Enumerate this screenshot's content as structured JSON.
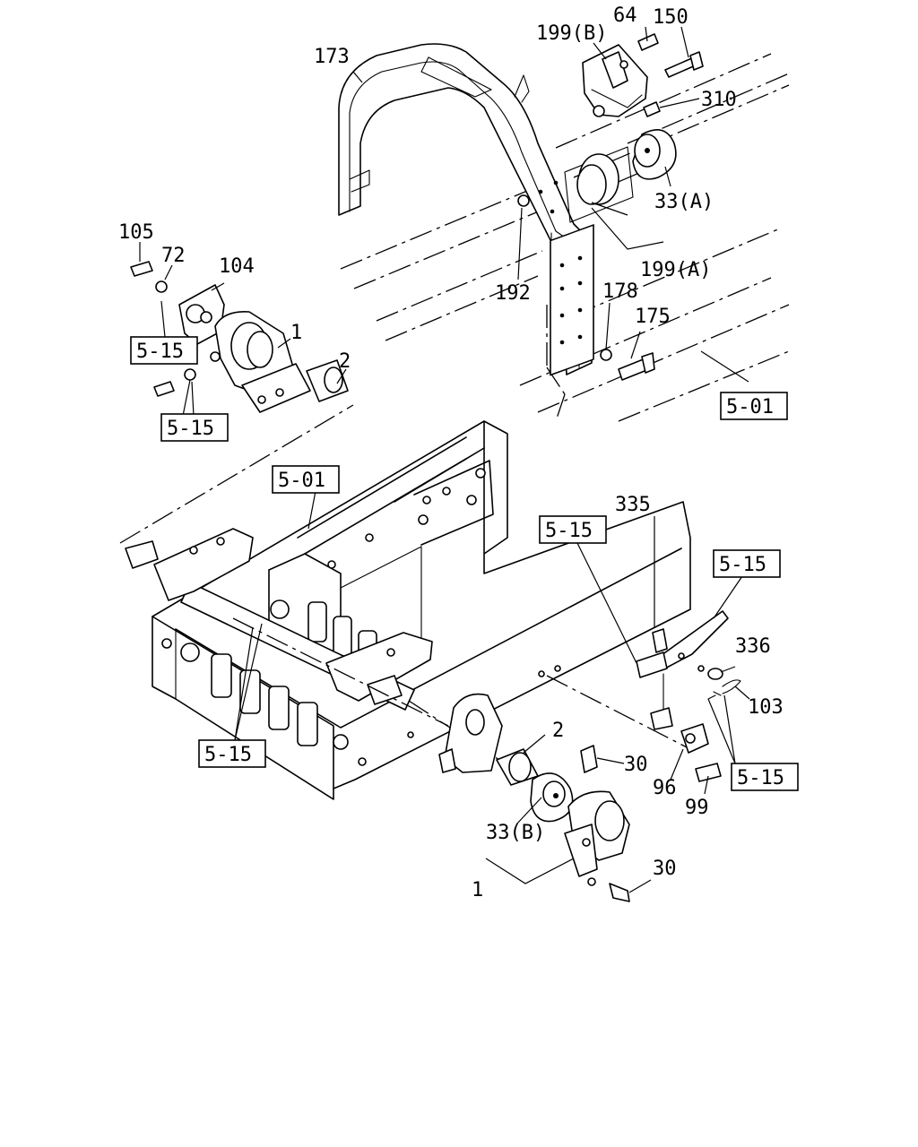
{
  "callouts": {
    "c173": "173",
    "c199b": "199(B)",
    "c64": "64",
    "c150": "150",
    "c310": "310",
    "c33a": "33(A)",
    "c199a": "199(A)",
    "c192": "192",
    "c178": "178",
    "c175": "175",
    "c105": "105",
    "c72": "72",
    "c104": "104",
    "c1top": "1",
    "c2top": "2",
    "c335": "335",
    "c336": "336",
    "c103": "103",
    "c2bot": "2",
    "c30a": "30",
    "c96": "96",
    "c99": "99",
    "c33b": "33(B)",
    "c1bot": "1",
    "c30b": "30"
  },
  "refs": {
    "r515_a": "5-15",
    "r515_b": "5-15",
    "r501_a": "5-01",
    "r501_b": "5-01",
    "r515_c": "5-15",
    "r515_d": "5-15",
    "r515_e": "5-15",
    "r515_f": "5-15"
  }
}
